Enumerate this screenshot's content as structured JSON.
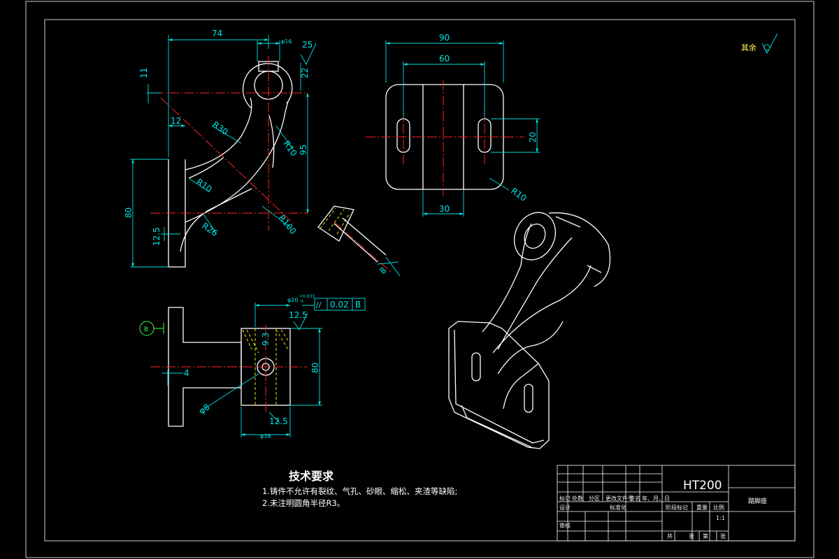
{
  "material": "HT200",
  "part_name": "踏脚座",
  "surface_finish": {
    "other_label": "其余",
    "roughness_values": [
      "25",
      "12.5",
      "12.5"
    ]
  },
  "datum_label": "B",
  "tolerance_frame": {
    "symbol": "//",
    "value": "0.02",
    "datum": "B"
  },
  "technical_requirements": {
    "title": "技术要求",
    "lines": [
      "1.铸件不允许有裂纹、气孔、砂眼、缩松、夹渣等缺陷;",
      "2.未注明圆角半径R3。"
    ]
  },
  "dimensions": {
    "front_view": [
      "74",
      "φ16",
      "25",
      "11",
      "22",
      "12",
      "R30",
      "R10",
      "95",
      "R10",
      "80",
      "12.5",
      "R26",
      "R100"
    ],
    "top_view": [
      "90",
      "60",
      "20",
      "30",
      "R10"
    ],
    "section": [
      "8"
    ],
    "side_view": [
      "φ20",
      "+0.033",
      "0",
      "9.3",
      "80",
      "4",
      "φ8",
      "12.5",
      "φ38"
    ]
  },
  "title_block": {
    "header_cells": [
      "标记",
      "处数",
      "分区",
      "更改文件号",
      "签名",
      "年、月、日"
    ],
    "row_cells": [
      "设计",
      "标准化"
    ],
    "row_cells_right": [
      "阶段标记",
      "重量",
      "比例"
    ],
    "scale": "1:1",
    "review_label": "审核",
    "bottom_cells": [
      "共",
      "张",
      "第",
      "张"
    ]
  }
}
